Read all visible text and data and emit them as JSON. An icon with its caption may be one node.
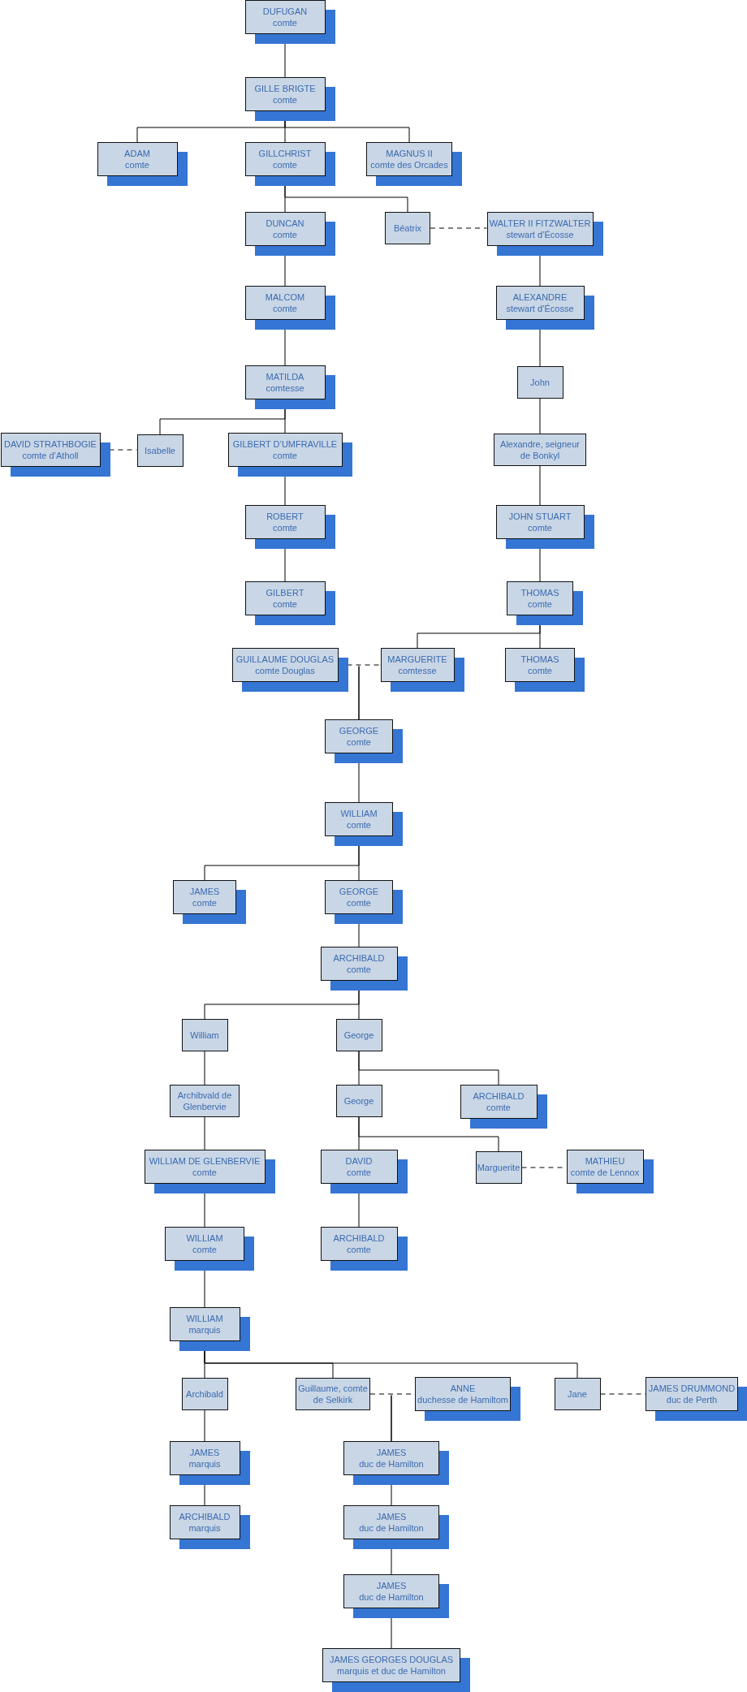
{
  "diagram": {
    "nodes": [
      {
        "text": [
          "DUFUGAN",
          "comte"
        ]
      },
      {
        "text": [
          "GILLE BRIGTE",
          "comte"
        ]
      },
      {
        "text": [
          "ADAM",
          "comte"
        ]
      },
      {
        "text": [
          "GILLCHRIST",
          "comte"
        ]
      },
      {
        "text": [
          "MAGNUS II",
          "comte des Orcades"
        ]
      },
      {
        "text": [
          "DUNCAN",
          "comte"
        ]
      },
      {
        "text": [
          "Béatrix"
        ]
      },
      {
        "text": [
          "WALTER II FITZWALTER",
          "stewart d’Écosse"
        ]
      },
      {
        "text": [
          "MALCOM",
          "comte"
        ]
      },
      {
        "text": [
          "ALEXANDRE",
          "stewart d’Écosse"
        ]
      },
      {
        "text": [
          "MATILDA",
          "comtesse"
        ]
      },
      {
        "text": [
          "John"
        ]
      },
      {
        "text": [
          "DAVID STRATHBOGIE",
          "comte d’Atholl"
        ]
      },
      {
        "text": [
          "Isabelle"
        ]
      },
      {
        "text": [
          "GILBERT D’UMFRAVILLE",
          "comte"
        ]
      },
      {
        "text": [
          "Alexandre, seigneur de Bonkyl"
        ]
      },
      {
        "text": [
          "ROBERT",
          "comte"
        ]
      },
      {
        "text": [
          "JOHN STUART",
          "comte"
        ]
      },
      {
        "text": [
          "GILBERT",
          "comte"
        ]
      },
      {
        "text": [
          "THOMAS",
          "comte"
        ]
      },
      {
        "text": [
          "GUILLAUME DOUGLAS",
          "comte Douglas"
        ]
      },
      {
        "text": [
          "MARGUERITE",
          "comtesse"
        ]
      },
      {
        "text": [
          "THOMAS",
          "comte"
        ]
      },
      {
        "text": [
          "GEORGE",
          "comte"
        ]
      },
      {
        "text": [
          "WILLIAM",
          "comte"
        ]
      },
      {
        "text": [
          "JAMES",
          "comte"
        ]
      },
      {
        "text": [
          "GEORGE",
          "comte"
        ]
      },
      {
        "text": [
          "ARCHIBALD",
          "comte"
        ]
      },
      {
        "text": [
          "William"
        ]
      },
      {
        "text": [
          "George"
        ]
      },
      {
        "text": [
          "Archibvald de Glenbervie"
        ]
      },
      {
        "text": [
          "George"
        ]
      },
      {
        "text": [
          "ARCHIBALD",
          "comte"
        ]
      },
      {
        "text": [
          "WILLIAM DE GLENBERVIE",
          "comte"
        ]
      },
      {
        "text": [
          "DAVID",
          "comte"
        ]
      },
      {
        "text": [
          "Marguerite"
        ]
      },
      {
        "text": [
          "MATHIEU",
          "comte de Lennox"
        ]
      },
      {
        "text": [
          "WILLIAM",
          "comte"
        ]
      },
      {
        "text": [
          "ARCHIBALD",
          "comte"
        ]
      },
      {
        "text": [
          "WILLIAM",
          "marquis"
        ]
      },
      {
        "text": [
          "Archibald"
        ]
      },
      {
        "text": [
          "Guillaume, comte de Selkirk"
        ]
      },
      {
        "text": [
          "ANNE",
          "duchesse de Hamiltom"
        ]
      },
      {
        "text": [
          "Jane"
        ]
      },
      {
        "text": [
          "JAMES DRUMMOND",
          "duc de Perth"
        ]
      },
      {
        "text": [
          "JAMES",
          "marquis"
        ]
      },
      {
        "text": [
          "JAMES",
          "duc de Hamilton"
        ]
      },
      {
        "text": [
          "ARCHIBALD",
          "marquis"
        ]
      },
      {
        "text": [
          "JAMES",
          "duc de Hamilton"
        ]
      },
      {
        "text": [
          "JAMES",
          "duc de Hamilton"
        ]
      },
      {
        "text": [
          "JAMES GEORGES DOUGLAS",
          "marquis et duc de Hamilton"
        ]
      }
    ],
    "edges": [
      {
        "from": 0,
        "to": 1,
        "arrow": "none"
      },
      {
        "from": 1,
        "to": 2,
        "arrow": "none"
      },
      {
        "from": 1,
        "to": 3,
        "arrow": "none"
      },
      {
        "from": 1,
        "to": 4,
        "arrow": "none"
      },
      {
        "from": 3,
        "to": 5,
        "arrow": "none"
      },
      {
        "from": 3,
        "to": 6,
        "arrow": "none"
      },
      {
        "from": 6,
        "to": 7,
        "arrow": "none",
        "style": "dashed"
      },
      {
        "from": 7,
        "to": 9,
        "arrow": "none"
      },
      {
        "from": 5,
        "to": 8,
        "arrow": "none"
      },
      {
        "from": 8,
        "to": 10,
        "arrow": "none"
      },
      {
        "from": 9,
        "to": 11,
        "arrow": "none"
      },
      {
        "from": 10,
        "to": 13,
        "arrow": "none"
      },
      {
        "from": 10,
        "to": 14,
        "arrow": "none"
      },
      {
        "from": 12,
        "to": 13,
        "arrow": "none",
        "style": "dashed"
      },
      {
        "from": 11,
        "to": 15,
        "arrow": "none"
      },
      {
        "from": 14,
        "to": 16,
        "arrow": "none"
      },
      {
        "from": 15,
        "to": 17,
        "arrow": "none"
      },
      {
        "from": 16,
        "to": 18,
        "arrow": "none"
      },
      {
        "from": 17,
        "to": 19,
        "arrow": "none"
      },
      {
        "from": 19,
        "to": 21,
        "arrow": "none"
      },
      {
        "from": 19,
        "to": 22,
        "arrow": "none"
      },
      {
        "from": 20,
        "to": 21,
        "arrow": "none",
        "style": "dashed"
      },
      {
        "from": 20,
        "to": 23,
        "arrow": "none"
      },
      {
        "from": 21,
        "to": 23,
        "arrow": "none"
      },
      {
        "from": 23,
        "to": 24,
        "arrow": "none"
      },
      {
        "from": 24,
        "to": 25,
        "arrow": "none"
      },
      {
        "from": 24,
        "to": 26,
        "arrow": "none"
      },
      {
        "from": 26,
        "to": 27,
        "arrow": "none"
      },
      {
        "from": 27,
        "to": 28,
        "arrow": "none"
      },
      {
        "from": 27,
        "to": 29,
        "arrow": "none"
      },
      {
        "from": 28,
        "to": 30,
        "arrow": "none"
      },
      {
        "from": 29,
        "to": 31,
        "arrow": "none"
      },
      {
        "from": 29,
        "to": 32,
        "arrow": "none"
      },
      {
        "from": 30,
        "to": 33,
        "arrow": "none"
      },
      {
        "from": 31,
        "to": 34,
        "arrow": "none"
      },
      {
        "from": 31,
        "to": 35,
        "arrow": "none"
      },
      {
        "from": 35,
        "to": 36,
        "arrow": "none",
        "style": "dashed"
      },
      {
        "from": 33,
        "to": 37,
        "arrow": "none"
      },
      {
        "from": 34,
        "to": 38,
        "arrow": "none"
      },
      {
        "from": 37,
        "to": 39,
        "arrow": "none"
      },
      {
        "from": 39,
        "to": 40,
        "arrow": "none"
      },
      {
        "from": 39,
        "to": 41,
        "arrow": "none"
      },
      {
        "from": 39,
        "to": 43,
        "arrow": "none"
      },
      {
        "from": 41,
        "to": 42,
        "arrow": "none",
        "style": "dashed"
      },
      {
        "from": 43,
        "to": 44,
        "arrow": "none",
        "style": "dashed"
      },
      {
        "from": 41,
        "to": 46,
        "arrow": "none"
      },
      {
        "from": 42,
        "to": 46,
        "arrow": "none"
      },
      {
        "from": 40,
        "to": 45,
        "arrow": "none"
      },
      {
        "from": 45,
        "to": 47,
        "arrow": "none"
      },
      {
        "from": 46,
        "to": 48,
        "arrow": "none"
      },
      {
        "from": 48,
        "to": 49,
        "arrow": "none"
      },
      {
        "from": 49,
        "to": 50,
        "arrow": "none"
      }
    ]
  }
}
